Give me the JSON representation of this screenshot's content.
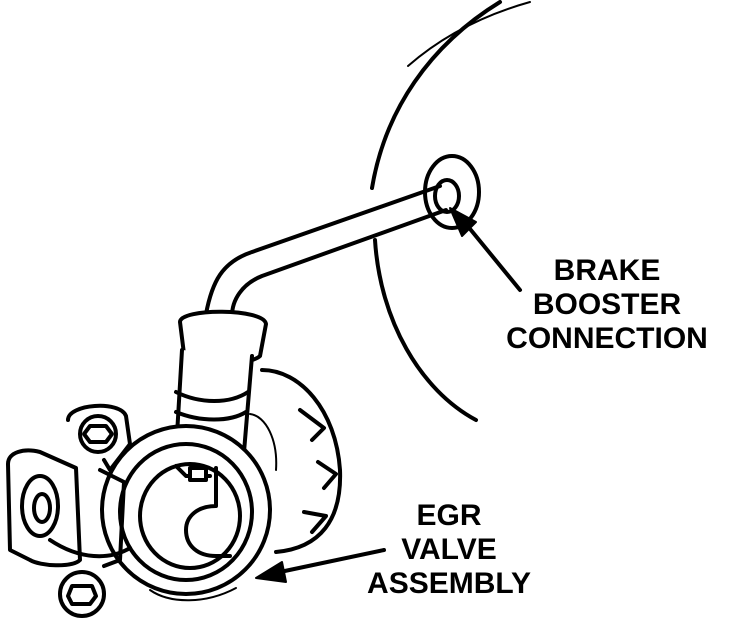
{
  "diagram": {
    "line_color": "#000000",
    "background_color": "#ffffff",
    "labels": {
      "brake_booster": [
        "BRAKE",
        "BOOSTER",
        "CONNECTION"
      ],
      "egr_valve": [
        "EGR",
        "VALVE",
        "ASSEMBLY"
      ]
    }
  }
}
